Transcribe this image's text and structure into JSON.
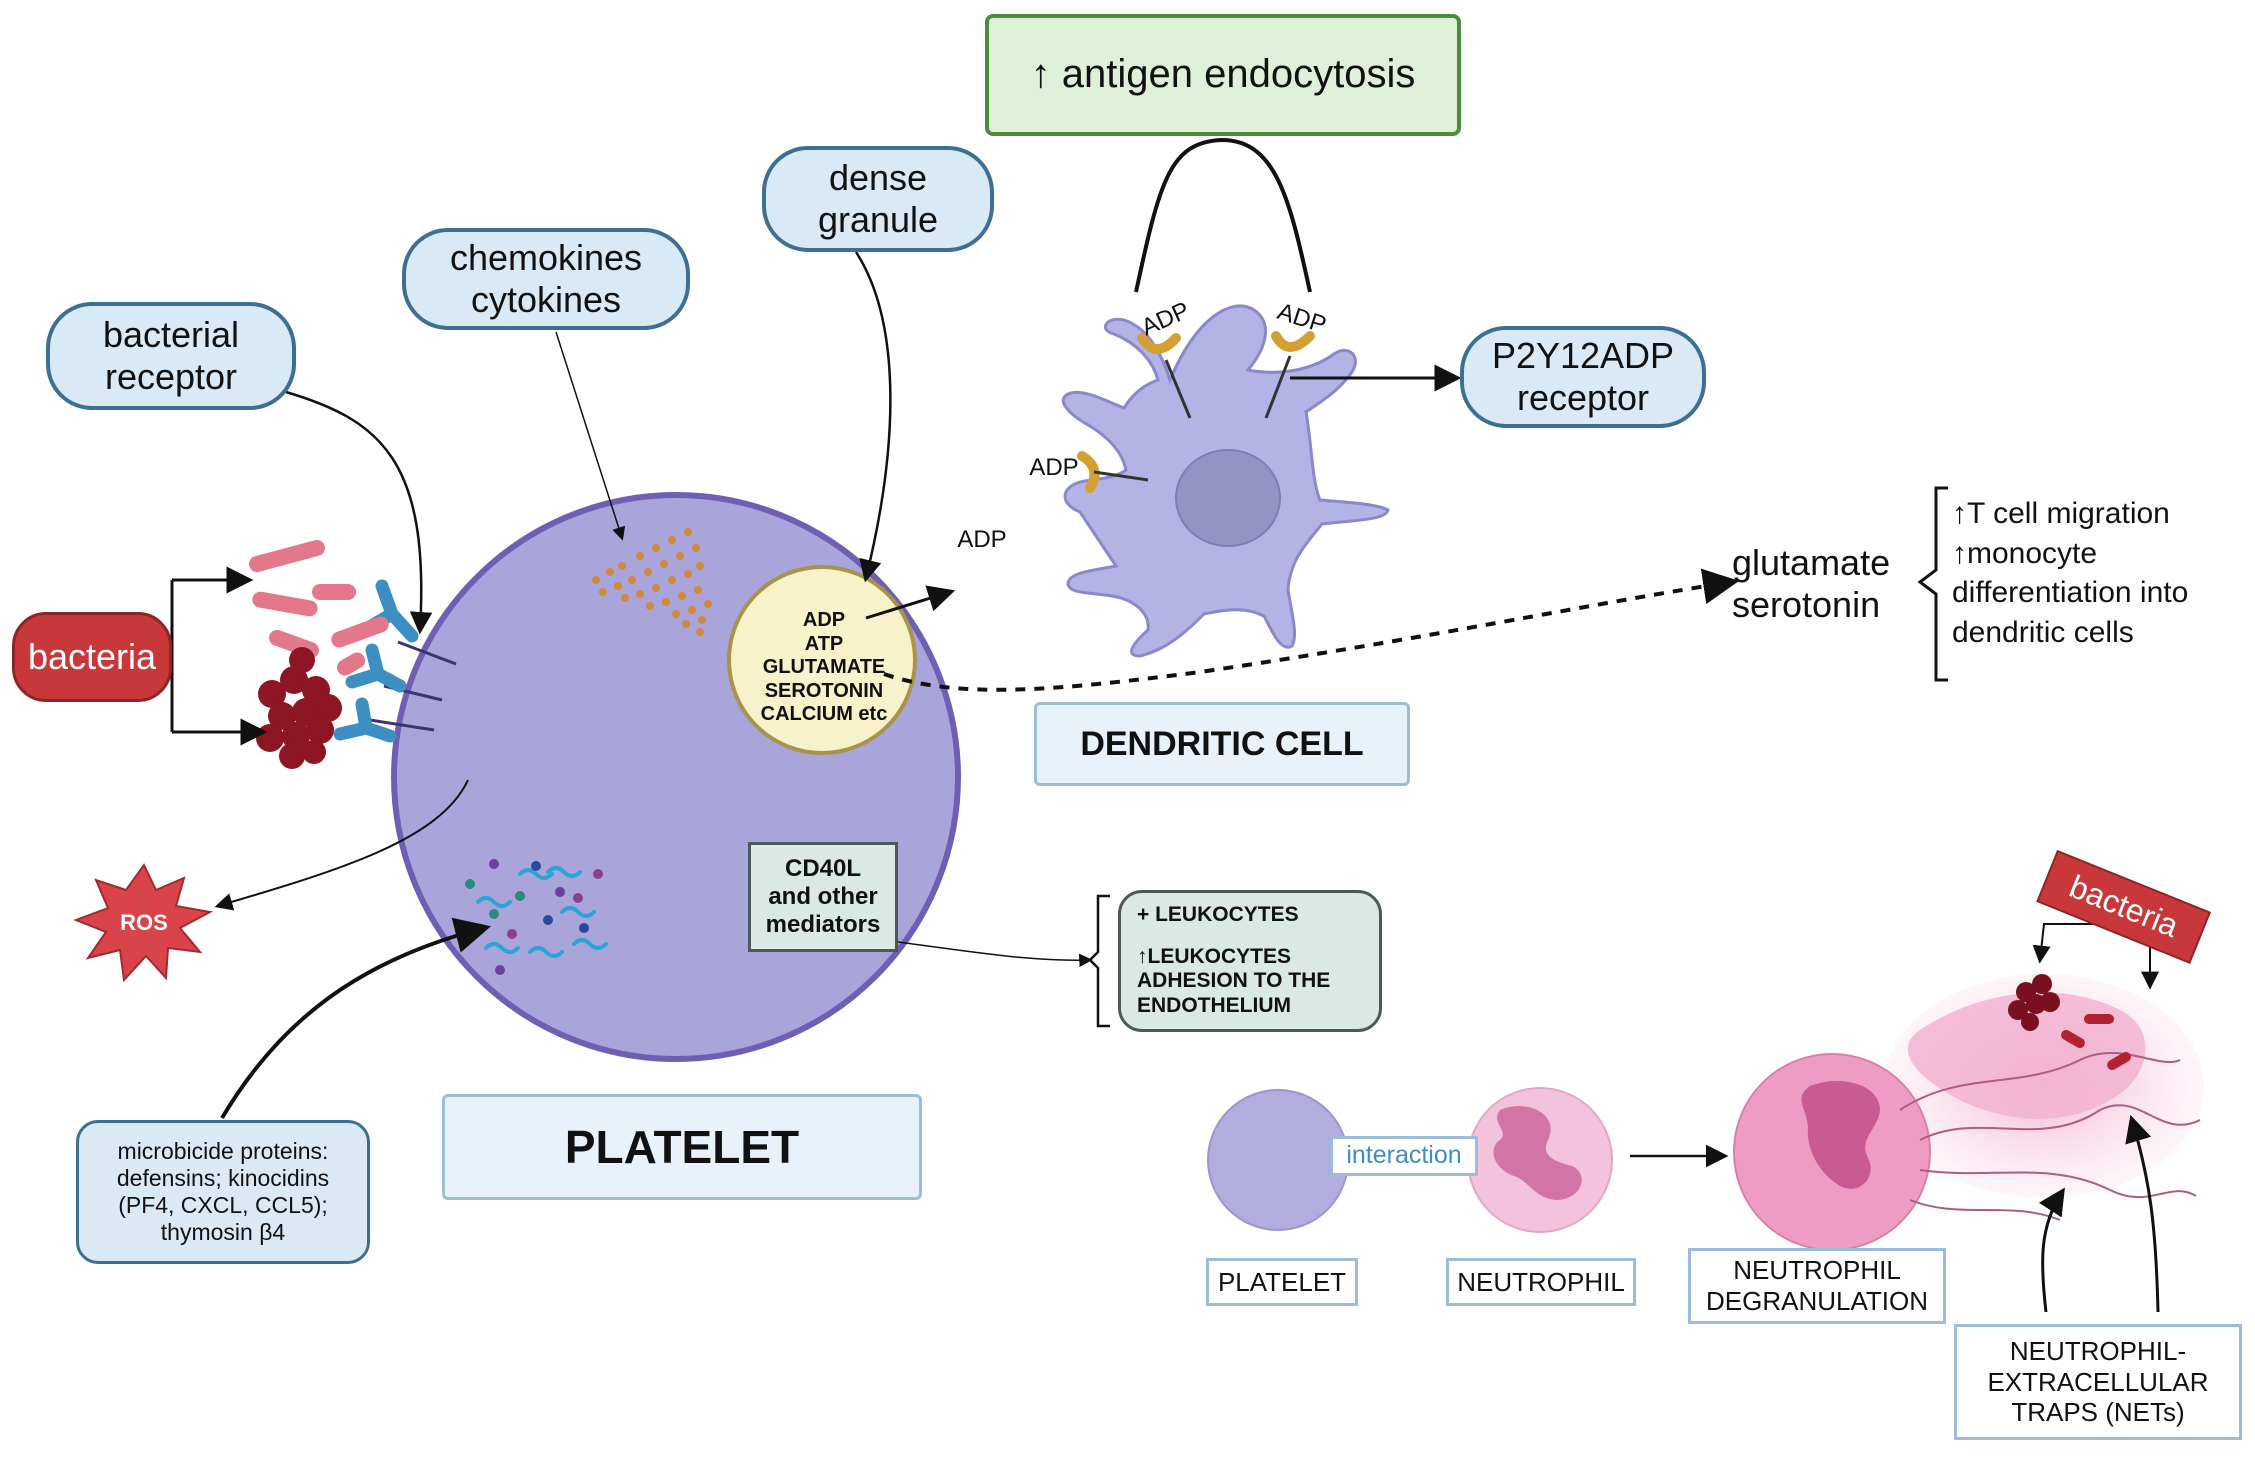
{
  "labels": {
    "antigen_endocytosis": "↑ antigen endocytosis",
    "dense_granule": [
      "dense",
      "granule"
    ],
    "chemokines_cytokines": [
      "chemokines",
      "cytokines"
    ],
    "bacterial_receptor": [
      "bacterial",
      "receptor"
    ],
    "bacteria_left": "bacteria",
    "p2y12": [
      "P2Y12ADP",
      "receptor"
    ],
    "adp_receptor_1": "ADP",
    "adp_receptor_2": "ADP",
    "adp_receptor_3": "ADP",
    "adp_released": "ADP",
    "granule_contents": [
      "ADP",
      "ATP",
      "GLUTAMATE",
      "SEROTONIN",
      "CALCIUM etc"
    ],
    "glutamate_serotonin": [
      "glutamate",
      "serotonin"
    ],
    "effects": [
      "↑T cell migration",
      "↑monocyte",
      "differentiation into",
      "dendritic cells"
    ],
    "dendritic_cell": "DENDRITIC CELL",
    "ros": "ROS",
    "cd40l": [
      "CD40L",
      "and other",
      "mediators"
    ],
    "leukocytes": [
      "+ LEUKOCYTES",
      "",
      "↑LEUKOCYTES",
      "ADHESION TO THE",
      "ENDOTHELIUM"
    ],
    "platelet_main": "PLATELET",
    "microbicide": [
      "microbicide proteins:",
      "defensins; kinocidins",
      "(PF4, CXCL, CCL5);",
      "thymosin β4"
    ],
    "interaction": "interaction",
    "platelet_small": "PLATELET",
    "neutrophil": "NEUTROPHIL",
    "neutrophil_degranulation": [
      "NEUTROPHIL",
      "DEGRANULATION"
    ],
    "bacteria_right": "bacteria",
    "nets": [
      "NEUTROPHIL-",
      "EXTRACELLULAR",
      "TRAPS (NETs)"
    ]
  },
  "colors": {
    "platelet_fill": "#a9a4d9",
    "platelet_border": "#6e5fb5",
    "dendritic_fill": "#b3b3e6",
    "bacteria_red": "#c8383b",
    "pill_fill": "#d9eaf6",
    "pill_border": "#3d6f94",
    "green_fill": "#dff0d8",
    "green_border": "#4d8c3e",
    "receptor_blue": "#3d8fc2",
    "neutrophil_pink": "#f0bcd8"
  }
}
